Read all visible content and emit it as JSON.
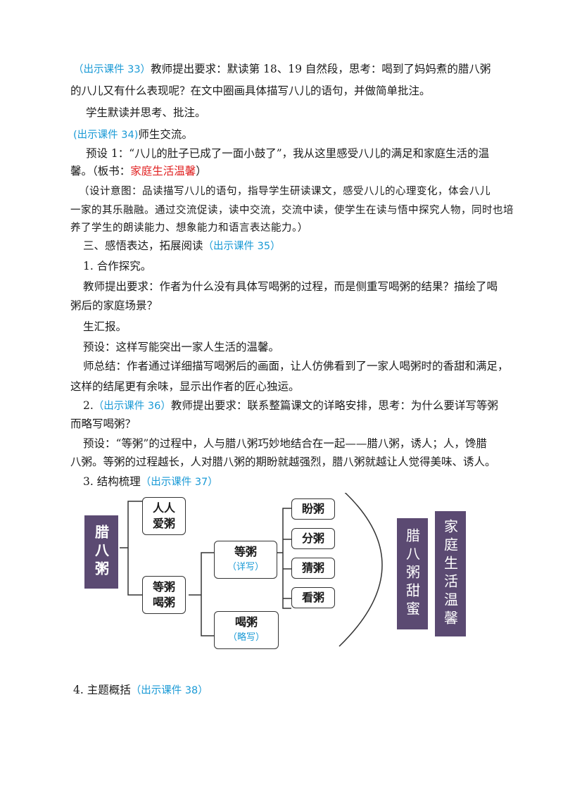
{
  "paragraphs": {
    "p1_tag": "（出示课件 33）",
    "p1_text": "教师提出要求：默读第 18、19 自然段，思考：喝到了妈妈煮的腊八粥",
    "p1_line2": "的八儿又有什么表现呢？在文中圈画具体描写八儿的语句，并做简单批注。",
    "p2": "学生默读并思考、批注。",
    "p3_tag": "(出示课件 34)",
    "p3_text": "师生交流。",
    "p4_line1": "预设 1：“八儿的肚子已成了一面小鼓了”，我从这里感受八儿的满足和家庭生活的温",
    "p4_line2a": "馨。（板书：",
    "p4_red": "家庭生活温馨",
    "p4_line2b": "）",
    "p5_line1": "（设计意图：品读描写八儿的语句，指导学生研读课文，感受八儿的心理变化，体会八儿",
    "p5_line2": "一家的其乐融融。通过交流促读，读中交流，交流中读，使学生在读与悟中探究人物，同时也培",
    "p5_line3": "养了学生的朗读能力、想象能力和语言表达能力。）",
    "p6_text": "三、感悟表达，拓展阅读",
    "p6_tag": "（出示课件 35）",
    "p7": "1. 合作探究。",
    "p8_line1": "教师提出要求：作者为什么没有具体写喝粥的过程，而是侧重写喝粥的结果？描绘了喝",
    "p8_line2": "粥后的家庭场景？",
    "p9": "生汇报。",
    "p10": "预设：这样写能突出一家人生活的温馨。",
    "p11_line1": "师总结：作者通过详细描写喝粥后的画面，让人仿佛看到了一家人喝粥时的香甜和满足，",
    "p11_line2": "这样的结尾更有余味，显示出作者的匠心独运。",
    "p12_num": "2.",
    "p12_tag": "（出示课件 36）",
    "p12_text": "教师提出要求：联系整篇课文的详略安排，思考：为什么要详写等粥",
    "p12_line2": "而略写喝粥？",
    "p13_line1": "预设：“等粥”的过程中，人与腊八粥巧妙地结合在一起——腊八粥，诱人；人，馋腊",
    "p13_line2": "八粥。等粥的过程越长，人对腊八粥的期盼就越强烈，腊八粥就越让人觉得美味、诱人。",
    "p14_text": "3. 结构梳理",
    "p14_tag": "（出示课件 37）",
    "p15_text": "4. 主题概括",
    "p15_tag": "（出示课件 38）"
  },
  "diagram": {
    "root": "腊八粥",
    "branch1": "人人爱粥",
    "branch2": "等粥喝粥",
    "sub1_label": "等粥",
    "sub1_note": "（详写）",
    "sub2_label": "喝粥",
    "sub2_note": "（略写）",
    "leaves": [
      "盼粥",
      "分粥",
      "猜粥",
      "看粥"
    ],
    "conclusion1": "腊八粥甜蜜",
    "conclusion2": "家庭生活温馨",
    "colors": {
      "purple": "#5b4a72",
      "blue": "#1a9ad6",
      "red": "#e02020"
    }
  }
}
